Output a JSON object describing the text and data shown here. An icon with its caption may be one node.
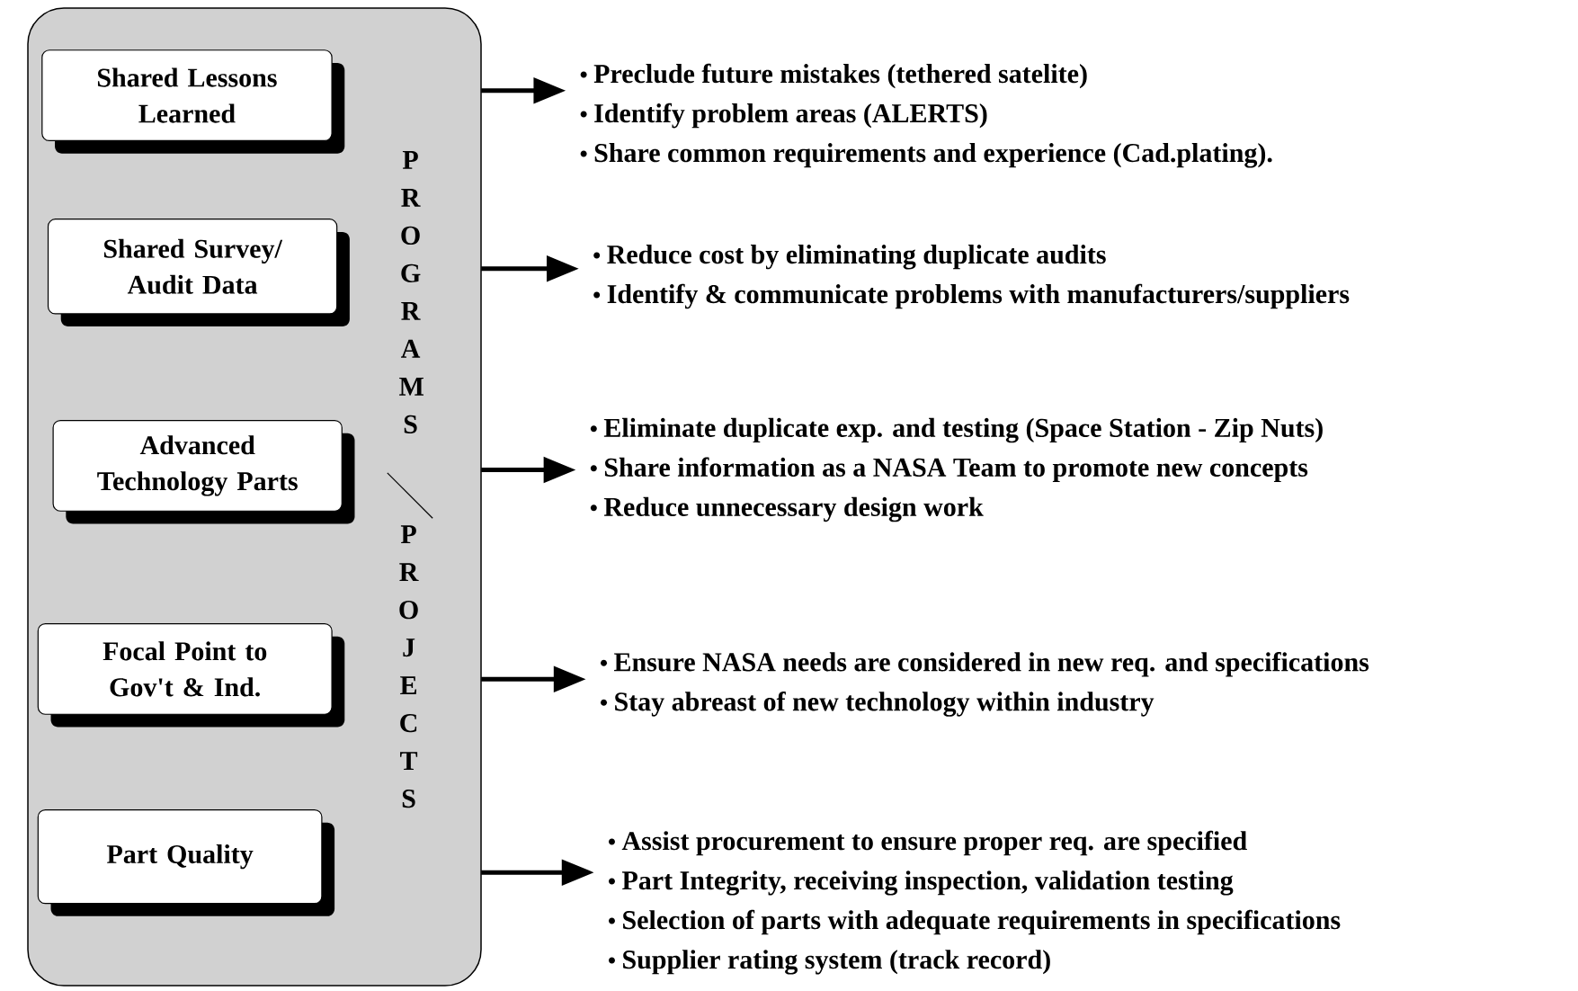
{
  "diagram": {
    "nodes": [
      {
        "text": [
          "PROGRAMS",
          "PROJECTS"
        ]
      },
      {
        "text": [
          "Shared Lessons Learned"
        ],
        "in": 0
      },
      {
        "text": [
          "Shared Survey/ Audit Data"
        ],
        "in": 0
      },
      {
        "text": [
          "Advanced Technology Parts"
        ],
        "in": 0
      },
      {
        "text": [
          "Focal Point to Gov't & Ind."
        ],
        "in": 0
      },
      {
        "text": [
          "Part Quality"
        ],
        "in": 0
      },
      {
        "text": [
          "Preclude future mistakes (tethered satelite)",
          "Identify problem areas (ALERTS)",
          "Share common requirements and experience (Cad.plating)."
        ]
      },
      {
        "text": [
          "Reduce cost by eliminating duplicate audits",
          "Identify & communicate problems with manufacturers/suppliers"
        ]
      },
      {
        "text": [
          "Eliminate duplicate exp. and testing (Space Station - Zip Nuts)",
          "Share information as a NASA Team to promote new concepts",
          "Reduce unnecessary design work"
        ]
      },
      {
        "text": [
          "Ensure NASA needs are considered in new req. and specifications",
          "Stay abreast of new technology within industry"
        ]
      },
      {
        "text": [
          "Assist procurement to ensure proper req. are specified",
          "Part Integrity, receiving inspection, validation testing",
          "Selection of parts with adequate requirements in specifications",
          "Supplier rating system (track record)"
        ]
      }
    ],
    "edges": [
      {
        "from": 0,
        "to": 6,
        "arrow": "to"
      },
      {
        "from": 0,
        "to": 7,
        "arrow": "to"
      },
      {
        "from": 0,
        "to": 8,
        "arrow": "to"
      },
      {
        "from": 0,
        "to": 9,
        "arrow": "to"
      },
      {
        "from": 0,
        "to": 10,
        "arrow": "to"
      }
    ]
  }
}
